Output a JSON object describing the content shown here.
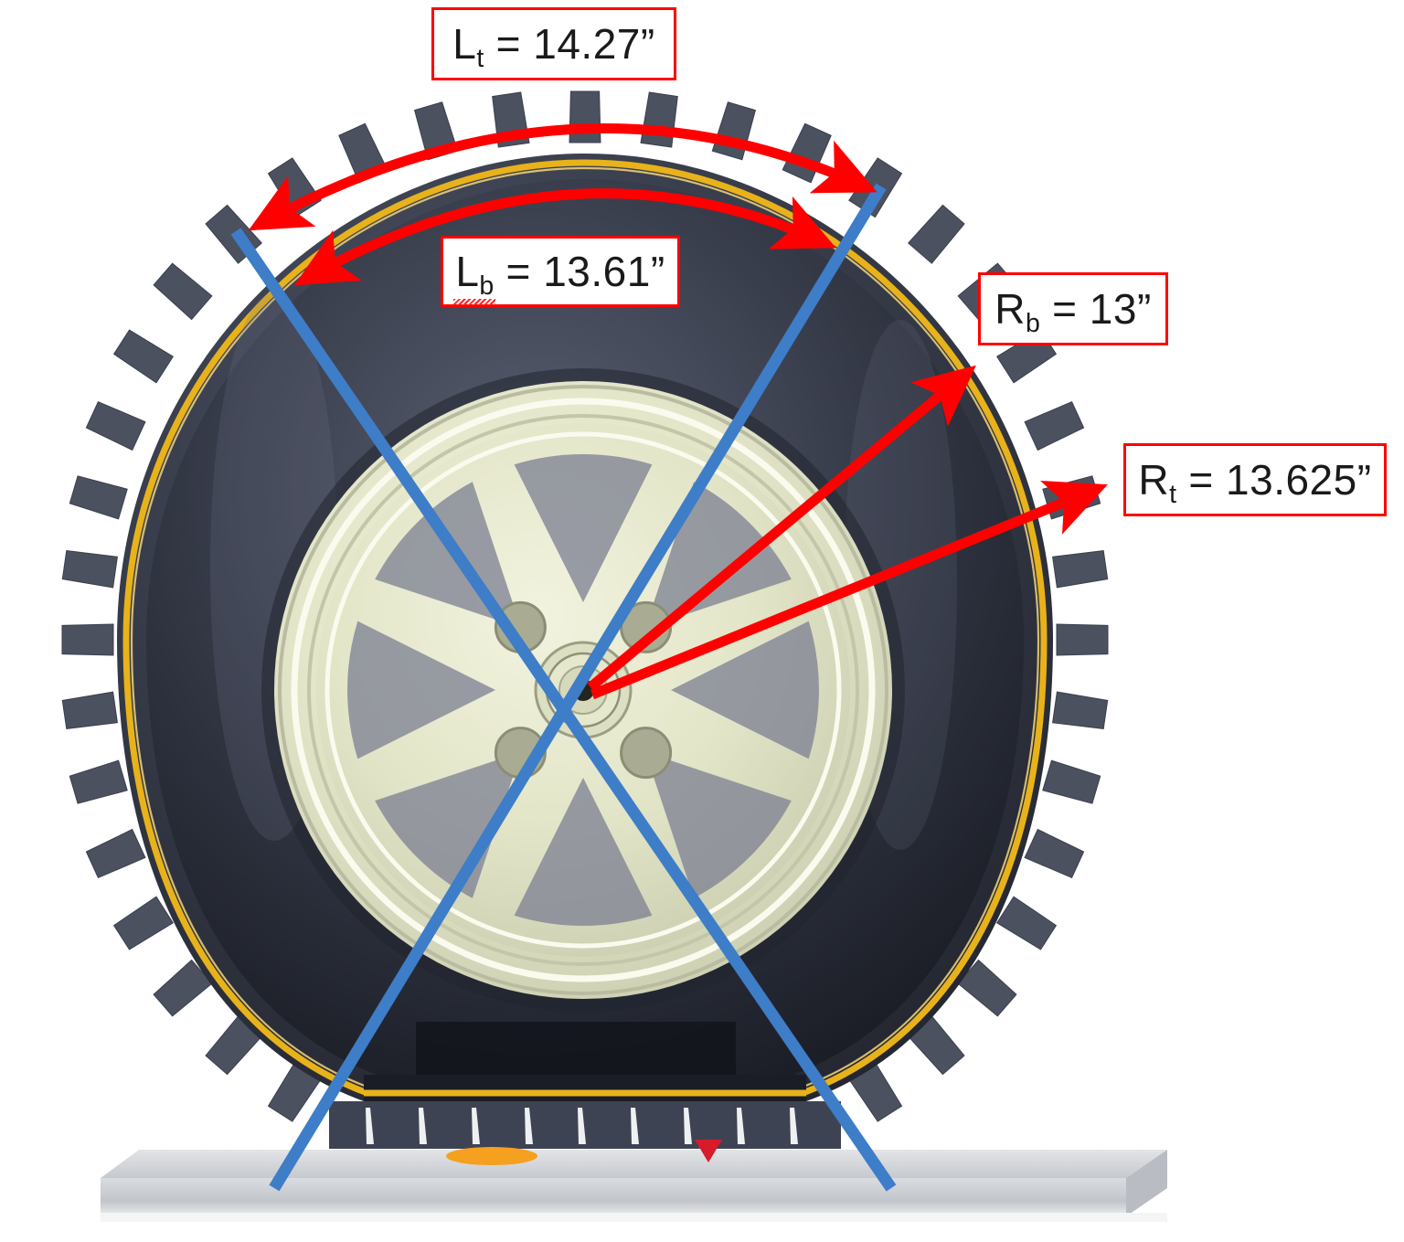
{
  "diagram": {
    "title": "Tire cross-section measurement diagram",
    "subject": "automobile-wheel-and-tire",
    "colors": {
      "annotation_red": "#FF0000",
      "construction_blue": "#3E7DC8",
      "tire_rubber_dark": "#2F3340",
      "tread_block": "#4C5160",
      "sidewall_stripe_yellow": "#E8B21A",
      "rim_cream": "#E4E6CB",
      "rim_shadow": "#7F8394",
      "ground_gray": "#CFD2D6",
      "contact_mark_orange": "#F5A01E",
      "contact_mark_red": "#D81B2A"
    },
    "callouts": [
      {
        "id": "Lt",
        "symbol": "L",
        "subscript": "t",
        "value": "14.27",
        "unit": "”",
        "text": "L_t = 14.27”",
        "meaning": "chord/arc length measured across the outer tread surface",
        "misspelled": false
      },
      {
        "id": "Lb",
        "symbol": "L",
        "subscript": "b",
        "value": "13.61",
        "unit": "”",
        "text": "L_b = 13.61”",
        "meaning": "chord/arc length measured across the tire bead/sidewall line",
        "misspelled": true
      },
      {
        "id": "Rb",
        "symbol": "R",
        "subscript": "b",
        "value": "13",
        "unit": "”",
        "text": "R_b = 13”",
        "meaning": "radius from hub center to the tire bead / yellow sidewall line",
        "misspelled": false
      },
      {
        "id": "Rt",
        "symbol": "R",
        "subscript": "t",
        "value": "13.625",
        "unit": "”",
        "text": "R_t = 13.625”",
        "meaning": "radius from hub center to the outer tread block surface",
        "misspelled": false
      }
    ],
    "arcs": [
      {
        "name": "arc-Lt",
        "label_ref": "Lt",
        "double_headed": true,
        "color": "#FF0000"
      },
      {
        "name": "arc-Lb",
        "label_ref": "Lb",
        "double_headed": true,
        "color": "#FF0000"
      }
    ],
    "radius_arrows": [
      {
        "name": "arrow-Rb",
        "label_ref": "Rb",
        "from": "hub-center",
        "to": "bead-line",
        "color": "#FF0000"
      },
      {
        "name": "arrow-Rt",
        "label_ref": "Rt",
        "from": "hub-center",
        "to": "tread-outer",
        "color": "#FF0000"
      }
    ],
    "construction_lines": [
      {
        "name": "blue-line-left",
        "color": "#3E7DC8",
        "from": "upper-left-tread",
        "to": "ground-right"
      },
      {
        "name": "blue-line-right",
        "color": "#3E7DC8",
        "from": "upper-right-tread",
        "to": "ground-left"
      }
    ],
    "wheel": {
      "spoke_count": 8,
      "lug_hole_count": 4,
      "hub_label": "hub-center"
    },
    "ground": {
      "name": "ground-slab",
      "style": "3d-platform"
    }
  }
}
